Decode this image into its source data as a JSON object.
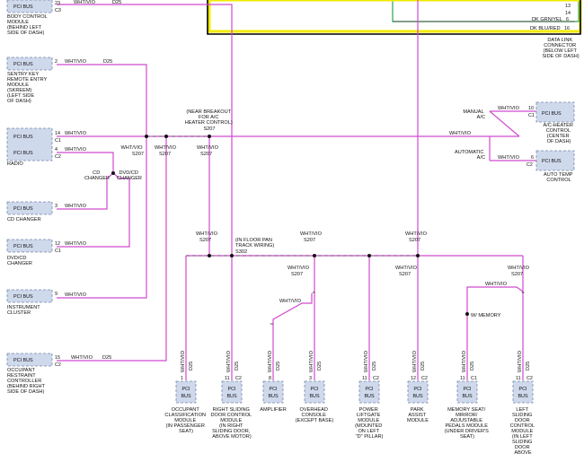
{
  "colors": {
    "wire": "#d04ad0",
    "box_fill": "#cfd9ec",
    "box_stroke": "#7588ad",
    "yellow": "#f2ea00",
    "green": "#2aa84a",
    "black": "#000000"
  },
  "pins": {
    "p23": "23",
    "p2": "2",
    "p14": "14",
    "p4": "4",
    "p3": "3",
    "p12": "12",
    "p9": "9",
    "p15": "15",
    "p10": "10",
    "p6": "6",
    "p13": "13",
    "p11": "11",
    "p16": "16",
    "p1": "1",
    "p8": "8",
    "g1": "1",
    "g2": "2",
    "g3": "3",
    "c1": "C1",
    "c2": "C2",
    "c3": "C3"
  },
  "wire": {
    "color": "WHT/VIO",
    "circuit": "D25"
  },
  "pci_bus": "PCI BUS",
  "bus_stacked": [
    "PCI",
    "BUS"
  ],
  "dlc": {
    "row13": "13",
    "row14": "14",
    "wire_a": "DK GRN/YEL",
    "pin_a": "6",
    "wire_b": "DK BLU/RED",
    "pin_b": "16",
    "label": [
      "DATA LINK",
      "CONNECTOR",
      "(BELOW LEFT",
      "SIDE OF DASH)"
    ]
  },
  "left": [
    {
      "lines": [
        "BODY CONTROL",
        "MODULE",
        "(BEHIND LEFT",
        "SIDE OF DASH)"
      ]
    },
    {
      "lines": [
        "SENTRY KEY",
        "REMOTE ENTRY",
        "MODULE",
        "(SKREEM)",
        "(LEFT SIDE",
        "OF DASH)"
      ]
    },
    {
      "lines": [
        "RADIO"
      ]
    },
    {
      "lines": [
        "CD CHANGER"
      ]
    },
    {
      "lines": [
        "DVD/CD",
        "CHANGER"
      ]
    },
    {
      "lines": [
        "INSTRUMENT",
        "CLUSTER"
      ]
    },
    {
      "lines": [
        "OCCUPANT",
        "RESTRAINT",
        "CONTROLLER",
        "(BEHIND RIGHT",
        "SIDE OF DASH)"
      ]
    }
  ],
  "notes": {
    "s207": [
      "(NEAR BREAKOUT",
      "FOR A/C",
      "HEATER CONTROL)",
      "S207"
    ],
    "s302": [
      "(IN FLOOR PAN",
      "TRACK WIRING)",
      "S302"
    ],
    "cd_changer": [
      "CD",
      "CHANGER"
    ],
    "dvd_changer": [
      "DVD/CD",
      "CHANGER"
    ],
    "manual_ac": [
      "MANUAL",
      "A/C"
    ],
    "auto_ac": [
      "AUTOMATIC",
      "A/C"
    ],
    "memory": "W/ MEMORY"
  },
  "right": [
    {
      "lines": [
        "A/C-HEATER",
        "CONTROL",
        "(CENTER",
        "OF DASH)"
      ]
    },
    {
      "lines": [
        "AUTO TEMP",
        "CONTROL"
      ]
    }
  ],
  "bottom": [
    {
      "lines": [
        "OCCUPANT",
        "CLASSIFICATION",
        "MODULE",
        "(IN PASSENGER",
        "SEAT)"
      ]
    },
    {
      "lines": [
        "RIGHT SLIDING",
        "DOOR CONTROL",
        "MODULE",
        "(IN RIGHT",
        "SLIDING DOOR,",
        "ABOVE MOTOR)"
      ]
    },
    {
      "lines": [
        "AMPLIFIER"
      ]
    },
    {
      "lines": [
        "OVERHEAD",
        "CONSOLE",
        "(EXCEPT BASE)"
      ]
    },
    {
      "lines": [
        "POWER",
        "LIFTGATE",
        "MODULE",
        "(MOUNTED",
        "ON LEFT",
        "\"D\" PILLAR)"
      ]
    },
    {
      "lines": [
        "PARK",
        "ASSIST",
        "MODULE"
      ]
    },
    {
      "lines": [
        "MEMORY SEAT/",
        "MIRROR/",
        "ADJUSTABLE",
        "PEDALS MODULE",
        "(UNDER DRIVER'S",
        "SEAT)"
      ]
    },
    {
      "lines": [
        "LEFT",
        "SLIDING",
        "DOOR",
        "CONTROL",
        "MODULE",
        "(IN LEFT",
        "SLIDING",
        "DOOR",
        "ABOVE"
      ]
    }
  ]
}
